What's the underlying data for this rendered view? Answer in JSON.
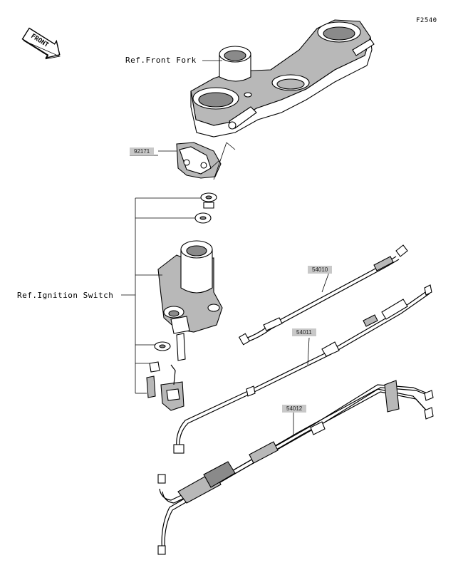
{
  "figure_code": "F2540",
  "front_label": "FRONT",
  "refs": {
    "front_fork": "Ref.Front Fork",
    "ignition_switch": "Ref.Ignition Switch"
  },
  "parts": {
    "bracket": "92171",
    "cable_1": "54010",
    "cable_2": "54011",
    "cable_3": "54012"
  }
}
